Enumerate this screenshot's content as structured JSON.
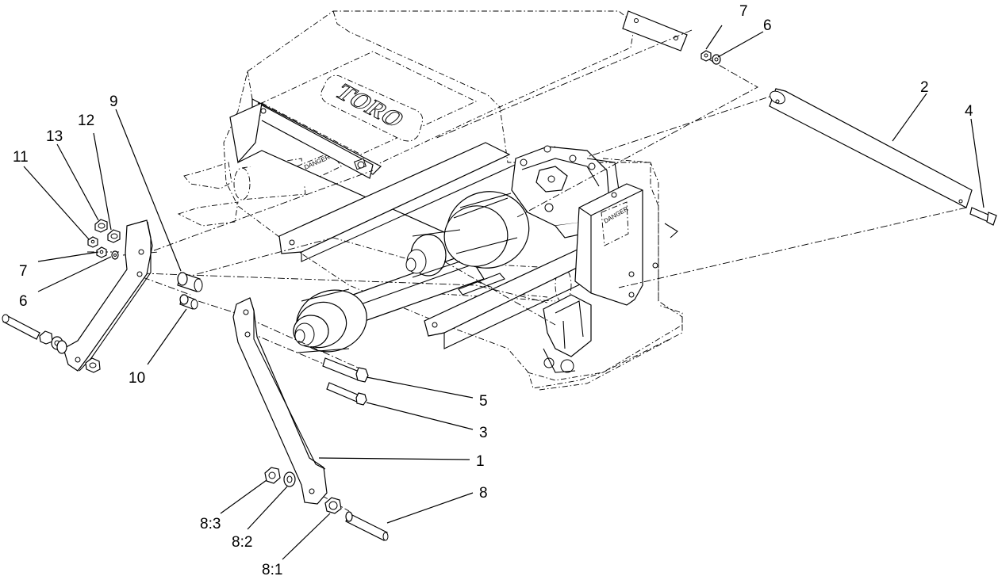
{
  "diagram": {
    "brand_logo_text": "TORO",
    "decal_text": "DANGER",
    "callouts": [
      {
        "id": "c1",
        "label": "1"
      },
      {
        "id": "c2",
        "label": "2"
      },
      {
        "id": "c3",
        "label": "3"
      },
      {
        "id": "c4",
        "label": "4"
      },
      {
        "id": "c5",
        "label": "5"
      },
      {
        "id": "c6a",
        "label": "6"
      },
      {
        "id": "c6b",
        "label": "6"
      },
      {
        "id": "c7a",
        "label": "7"
      },
      {
        "id": "c7b",
        "label": "7"
      },
      {
        "id": "c8",
        "label": "8"
      },
      {
        "id": "c8_1",
        "label": "8:1"
      },
      {
        "id": "c8_2",
        "label": "8:2"
      },
      {
        "id": "c8_3",
        "label": "8:3"
      },
      {
        "id": "c9",
        "label": "9"
      },
      {
        "id": "c10",
        "label": "10"
      },
      {
        "id": "c11",
        "label": "11"
      },
      {
        "id": "c12",
        "label": "12"
      },
      {
        "id": "c13",
        "label": "13"
      }
    ]
  }
}
